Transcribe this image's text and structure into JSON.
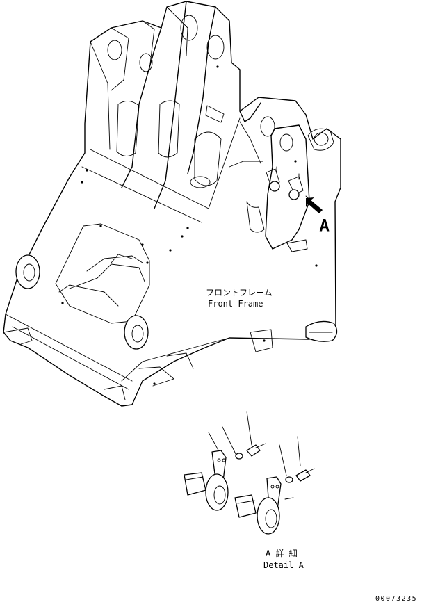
{
  "main_assembly": {
    "label_jp": "フロントフレーム",
    "label_en": "Front Frame",
    "callout_letter": "A"
  },
  "detail_view": {
    "label_jp": "A 詳 細",
    "label_en": "Detail A"
  },
  "drawing_number": "00073235"
}
